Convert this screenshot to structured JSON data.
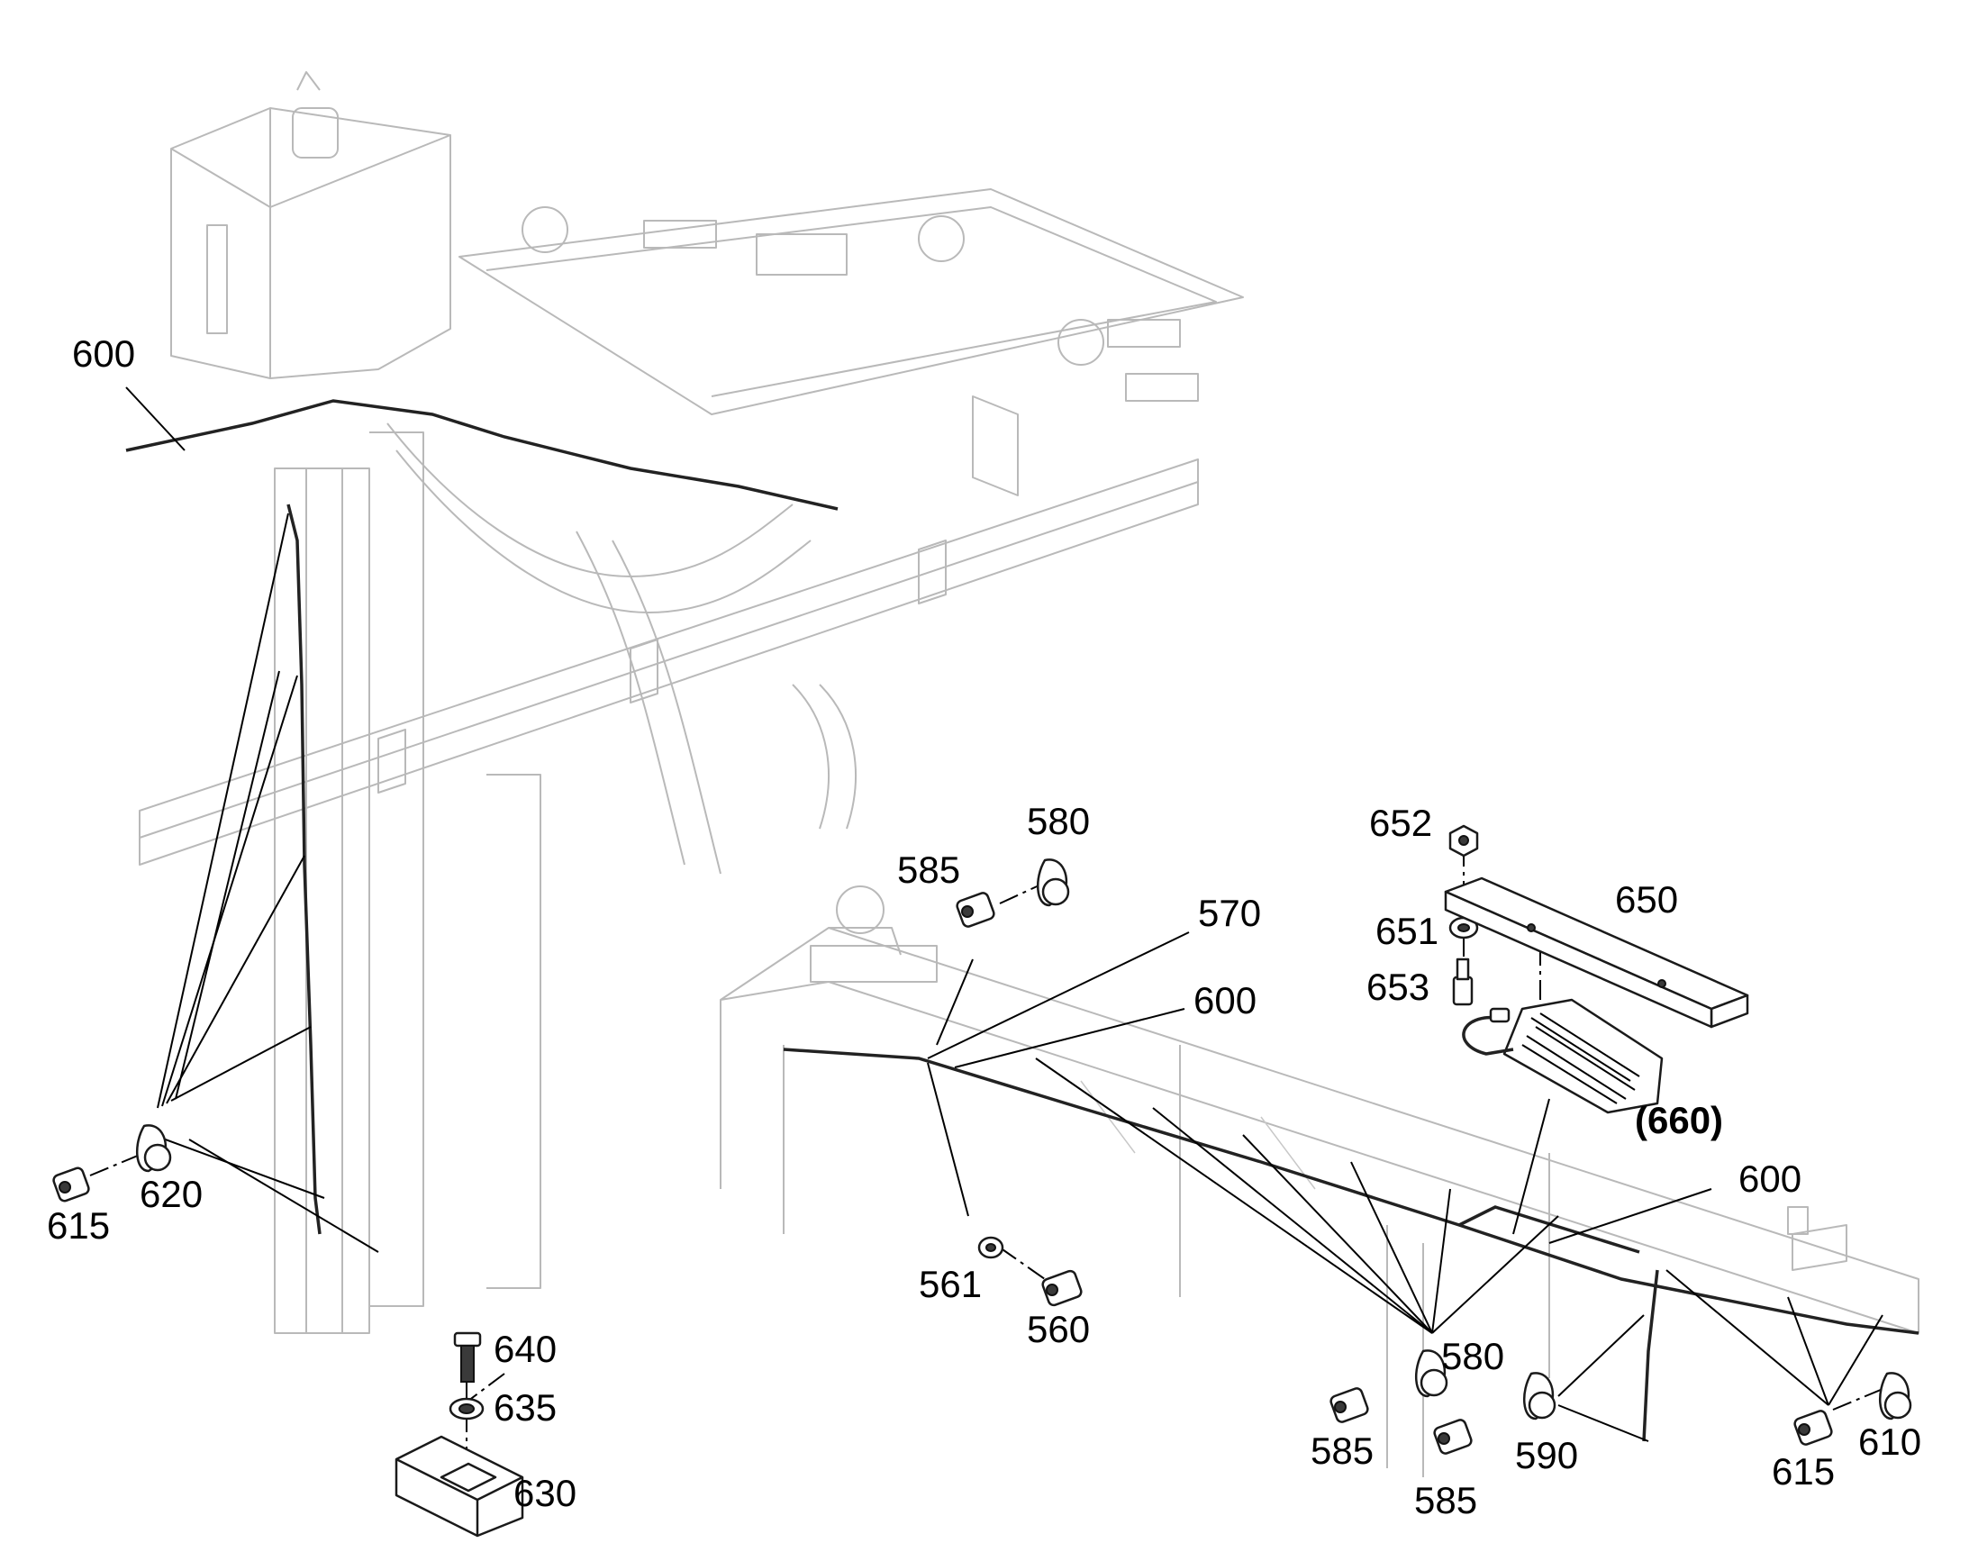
{
  "callouts": {
    "c600_top_left": "600",
    "c620": "620",
    "c615_left": "615",
    "c640": "640",
    "c635": "635",
    "c630": "630",
    "c580_top": "580",
    "c585_top": "585",
    "c570": "570",
    "c600_mid": "600",
    "c561": "561",
    "c560": "560",
    "c652": "652",
    "c650": "650",
    "c651": "651",
    "c653": "653",
    "c660": "(660)",
    "c600_right": "600",
    "c580_bottom": "580",
    "c585_bottom_a": "585",
    "c585_bottom_b": "585",
    "c590": "590",
    "c615_right": "615",
    "c610": "610"
  }
}
